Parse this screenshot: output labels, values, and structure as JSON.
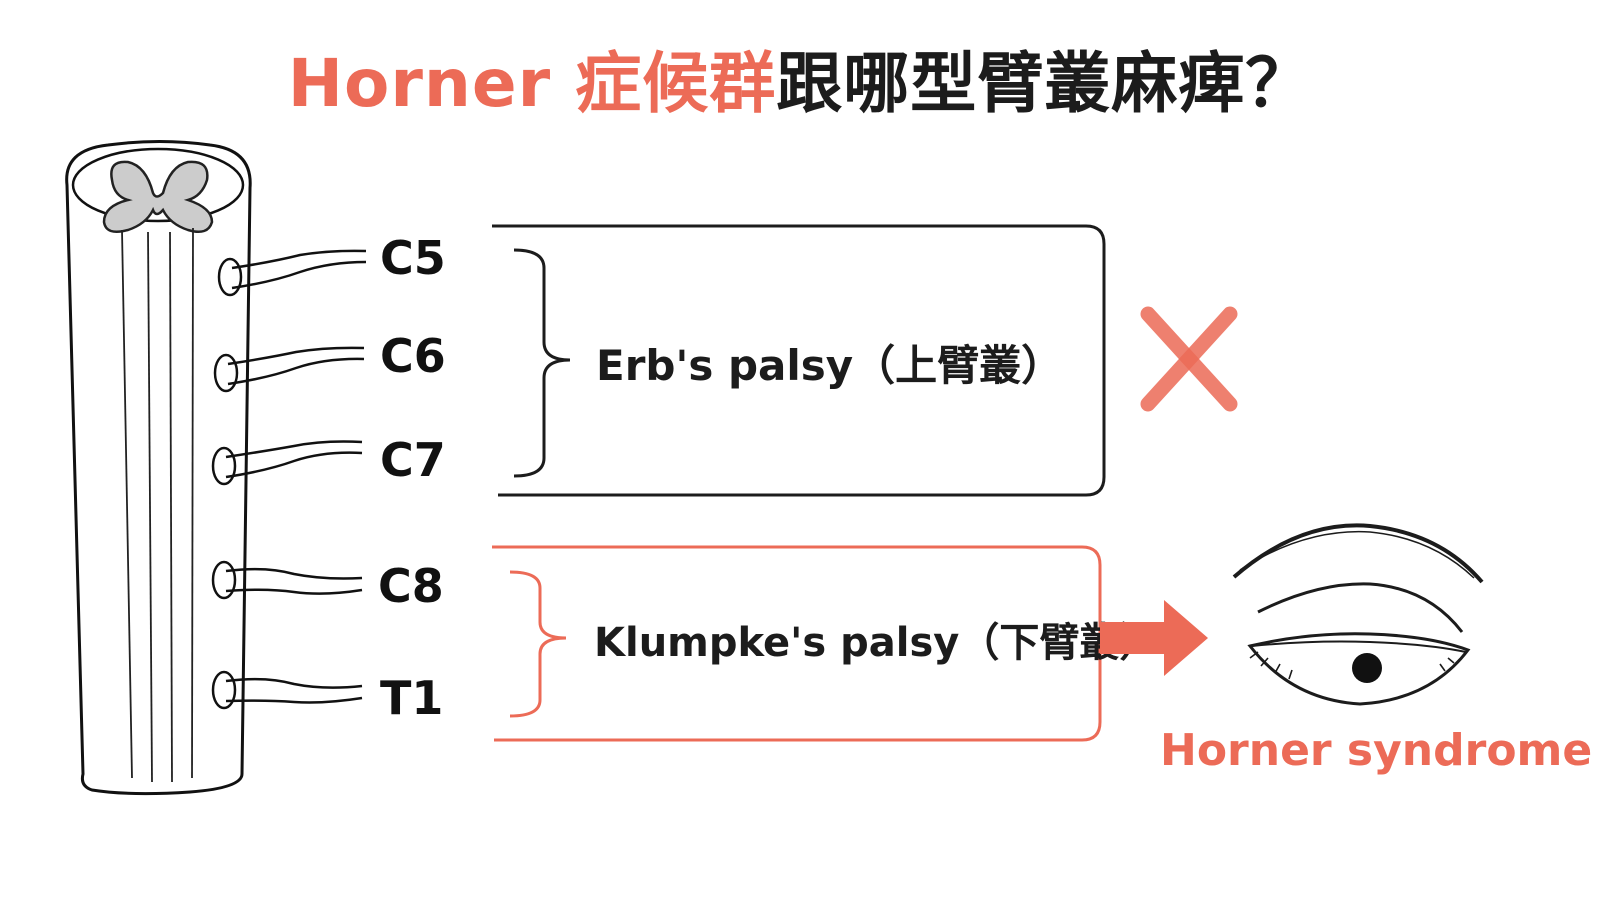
{
  "title": {
    "highlight": "Horner 症候群",
    "rest": "跟哪型臂叢麻痺？"
  },
  "nerve_roots": [
    "C5",
    "C6",
    "C7",
    "C8",
    "T1"
  ],
  "groups": {
    "upper": {
      "label": "Erb's palsy（上臂叢）",
      "result_icon": "cross-icon"
    },
    "lower": {
      "label": "Klumpke's palsy（下臂叢）",
      "result_icon": "arrow-right-icon"
    }
  },
  "outcome": {
    "label": "Horner syndrome",
    "icon": "drooping-eye-icon"
  },
  "colors": {
    "accent": "#ec6b57",
    "ink": "#1c1c1c",
    "gray_matter": "#cccccc"
  }
}
